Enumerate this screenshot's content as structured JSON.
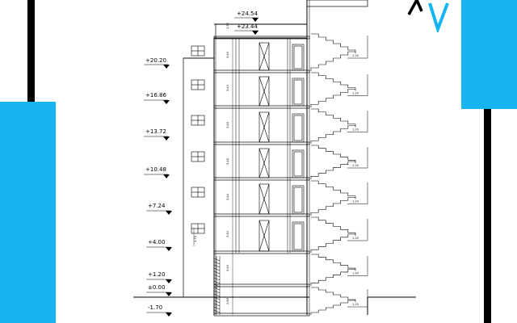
{
  "drawing": {
    "top_levels": [
      "+24.54",
      "+23.44"
    ],
    "left_levels": [
      "+20.20",
      "+16.86",
      "+13.72",
      "+10.48",
      "+7.24",
      "+4.00",
      "+1.20",
      "±0.00",
      "-1.70"
    ],
    "stair_landing_label": "1.20",
    "floor_heights": [
      "3.40",
      "3.44",
      "3.40",
      "3.40",
      "3.44",
      "3.44"
    ],
    "ground_heights": [
      "2.80",
      "3.40"
    ],
    "parapet_label": "1.50",
    "sill_label": "1.70"
  },
  "colors": {
    "accent": "#16b4f0",
    "bar": "#000000",
    "line": "#000000"
  },
  "logo": {
    "icon": "av-logo-icon"
  }
}
